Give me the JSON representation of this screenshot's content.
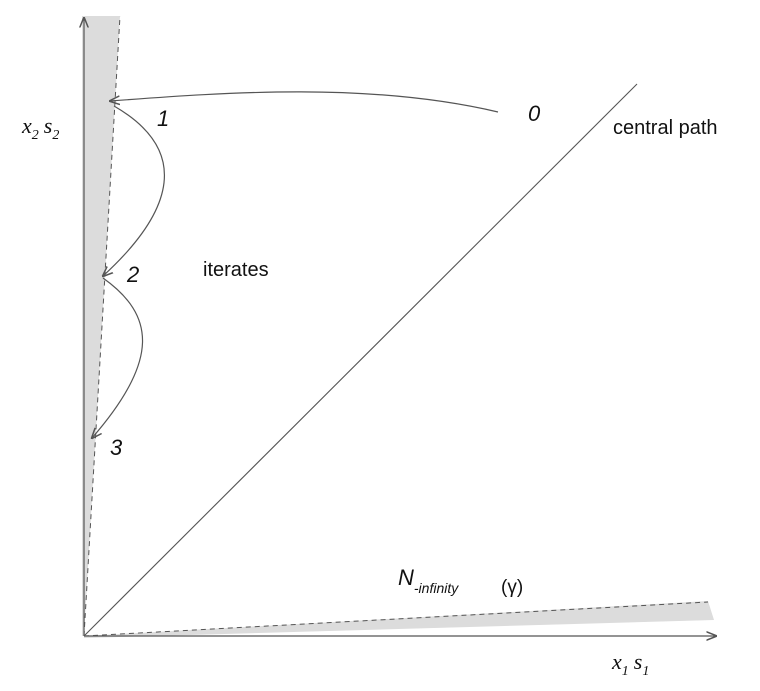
{
  "axes": {
    "y_label": {
      "x": "x",
      "x_sub": "2",
      "s": "s",
      "s_sub": "2"
    },
    "x_label": {
      "x": "x",
      "x_sub": "1",
      "s": "s",
      "s_sub": "1"
    }
  },
  "labels": {
    "central_path": "central path",
    "iterates": "iterates",
    "neighborhood_main": "N",
    "neighborhood_sub": "-infinity",
    "neighborhood_gamma": "(γ)"
  },
  "iterates": [
    {
      "label": "0"
    },
    {
      "label": "1"
    },
    {
      "label": "2"
    },
    {
      "label": "3"
    }
  ],
  "colors": {
    "ink": "#555555",
    "shade": "#dcdcdc",
    "text": "#111111"
  }
}
